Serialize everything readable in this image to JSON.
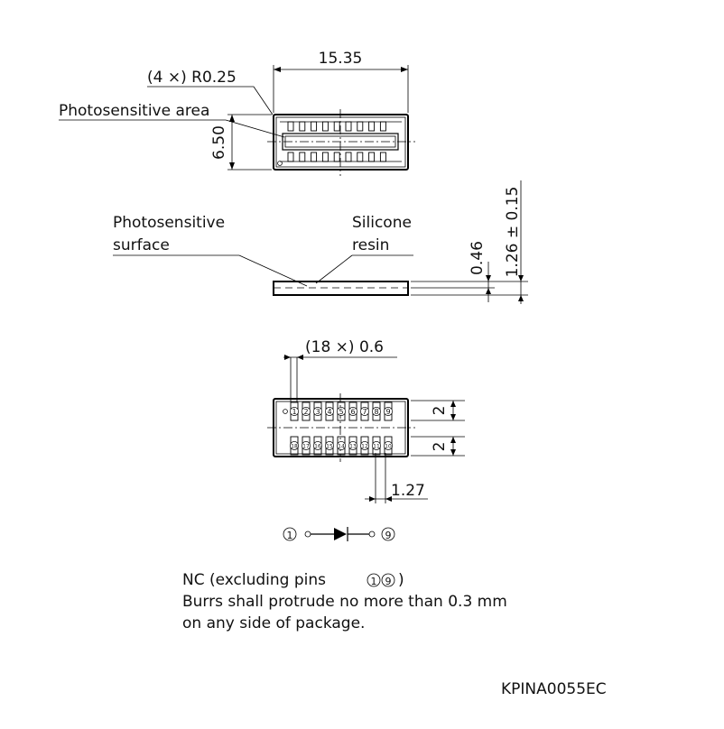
{
  "top_view": {
    "width_dim": "15.35",
    "height_dim": "6.50",
    "corner_radius_label": "(4 ×) R0.25",
    "photosensitive_area_label": "Photosensitive area"
  },
  "side_view": {
    "photosensitive_surface_label": [
      "Photosensitive",
      "surface"
    ],
    "resin_label": [
      "Silicone",
      "resin"
    ],
    "resin_thickness_dim": "0.46",
    "total_thickness_dim": "1.26 ± 0.15"
  },
  "bottom_view": {
    "pad_width_label": "(18 ×) 0.6",
    "row_spacing_top_dim": "2",
    "row_spacing_bottom_dim": "2",
    "pitch_dim": "1.27",
    "pins_top_row": [
      "1",
      "2",
      "3",
      "4",
      "5",
      "6",
      "7",
      "8",
      "9"
    ],
    "pins_bottom_row": [
      "18",
      "17",
      "16",
      "15",
      "14",
      "13",
      "12",
      "11",
      "10"
    ]
  },
  "schematic": {
    "anode_pin": "1",
    "cathode_pin": "9"
  },
  "notes": {
    "nc_prefix": "NC (excluding pins ",
    "nc_pins": [
      "1",
      "9"
    ],
    "nc_suffix": ")",
    "line2": "Burrs shall protrude no more than 0.3 mm",
    "line3": "on any side of package."
  },
  "document_code": "KPINA0055EC"
}
